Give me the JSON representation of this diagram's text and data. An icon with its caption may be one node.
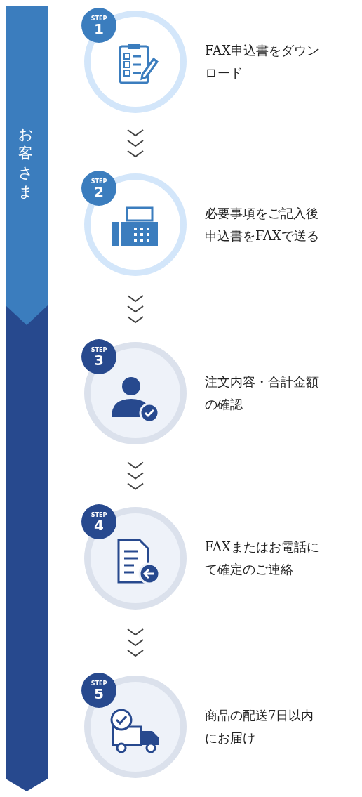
{
  "diagram": {
    "nodes": [
      {
        "text": [
          "お客さま"
        ]
      },
      {
        "text": [],
        "shape": "bar"
      },
      {
        "text": [
          "STEP",
          "1"
        ]
      },
      {
        "text": [],
        "shape": "circle",
        "beside": [
          "FAX申込書をダウンロード"
        ]
      },
      {
        "text": [
          "STEP",
          "2"
        ]
      },
      {
        "text": [],
        "shape": "circle",
        "beside": [
          "必要事項をご記入後申込書をFAXで送る"
        ]
      },
      {
        "text": [
          "STEP",
          "3"
        ]
      },
      {
        "text": [],
        "shape": "circle",
        "beside": [
          "注文内容・合計金額の確認"
        ]
      },
      {
        "text": [
          "STEP",
          "4"
        ]
      },
      {
        "text": [],
        "shape": "circle",
        "beside": [
          "FAXまたはお電話にて確定のご連絡"
        ]
      },
      {
        "text": [
          "STEP",
          "5"
        ]
      },
      {
        "text": [],
        "shape": "circle",
        "beside": [
          "商品の配送7日以内にお届け"
        ]
      }
    ],
    "edges": [
      {
        "from": 3,
        "to": 5,
        "arrow": "to"
      },
      {
        "from": 5,
        "to": 7,
        "arrow": "to"
      },
      {
        "from": 7,
        "to": 9,
        "arrow": "to"
      },
      {
        "from": 9,
        "to": 11,
        "arrow": "to"
      }
    ]
  }
}
